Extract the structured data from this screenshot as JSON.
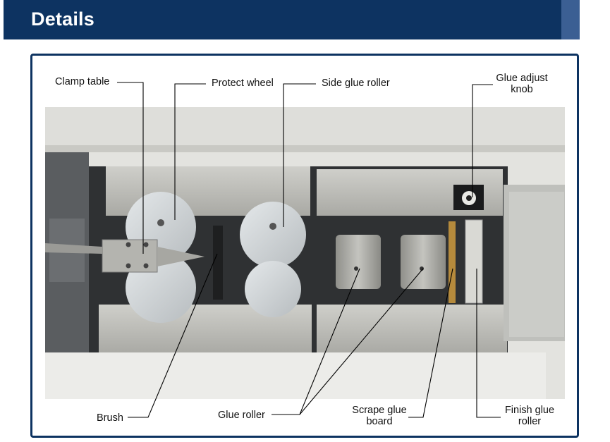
{
  "header": {
    "title": "Details"
  },
  "labels": {
    "clamp_table": "Clamp table",
    "protect_wheel": "Protect wheel",
    "side_glue_roller": "Side glue roller",
    "glue_adjust_knob_line1": "Glue adjust",
    "glue_adjust_knob_line2": "knob",
    "brush": "Brush",
    "glue_roller": "Glue roller",
    "scrape_glue_board_line1": "Scrape glue",
    "scrape_glue_board_line2": "board",
    "finish_glue_roller_line1": "Finish glue",
    "finish_glue_roller_line2": "roller"
  },
  "colors": {
    "header_bg": "#0d3361",
    "header_accent": "#3b5f93",
    "frame_border": "#0d3361",
    "machine_metal": "#b9b9b4",
    "machine_panel": "#dcdcd7"
  }
}
